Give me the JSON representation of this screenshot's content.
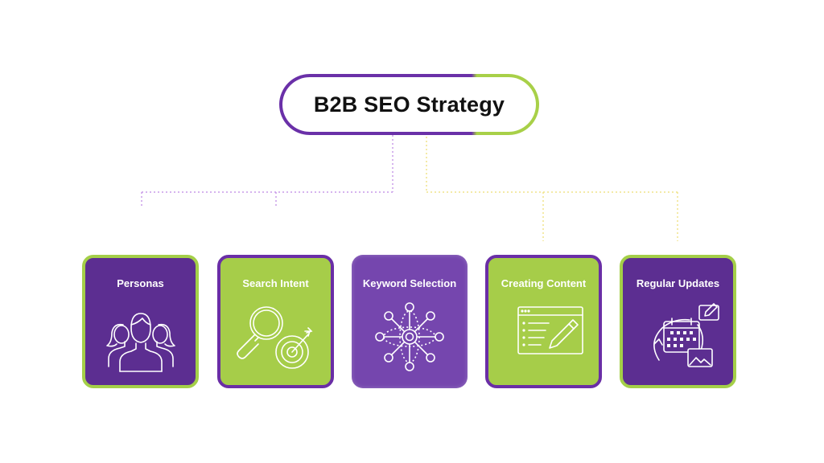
{
  "title": "B2B SEO Strategy",
  "colors": {
    "purple": "#5c2e91",
    "green": "#a6cd49",
    "light_purple": "#7546ae"
  },
  "cards": [
    {
      "label": "Personas",
      "icon": "people-group-icon",
      "style": "purple"
    },
    {
      "label": "Search Intent",
      "icon": "magnifier-target-icon",
      "style": "green"
    },
    {
      "label": "Keyword Selection",
      "icon": "network-nodes-icon",
      "style": "light-purple"
    },
    {
      "label": "Creating Content",
      "icon": "document-pencil-icon",
      "style": "green"
    },
    {
      "label": "Regular Updates",
      "icon": "calendar-refresh-icon",
      "style": "purple"
    }
  ]
}
